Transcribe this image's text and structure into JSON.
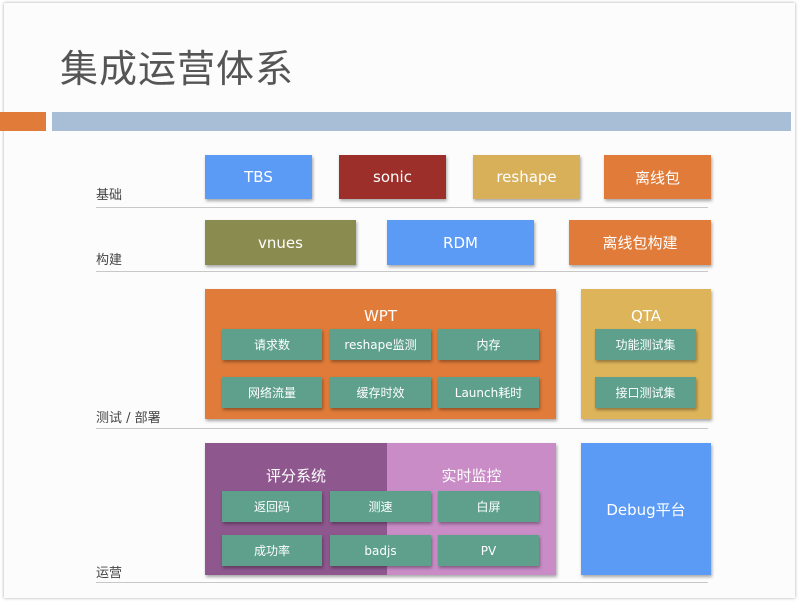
{
  "title": "集成运营体系",
  "colors": {
    "accent_orange": "#e07b39",
    "accent_blue": "#a8bdd6",
    "blue": "#5b9bf6",
    "dark_red": "#9c2f2a",
    "tan": "#d9b05a",
    "orange": "#e07b39",
    "olive": "#8a8b4e",
    "wpt": "#e07b39",
    "qta": "#deb45a",
    "chip_teal": "#5ea08c",
    "purple_dark": "#8e578e",
    "purple_light": "#c98cc6"
  },
  "rows": {
    "base_label": "基础",
    "build_label": "构建",
    "test_label": "测试 / 部署",
    "ops_label": "运营"
  },
  "base": [
    "TBS",
    "sonic",
    "reshape",
    "离线包"
  ],
  "build": [
    "vnues",
    "RDM",
    "离线包构建"
  ],
  "wpt": {
    "title": "WPT",
    "items": [
      "请求数",
      "reshape监测",
      "内存",
      "网络流量",
      "缓存时效",
      "Launch耗时"
    ]
  },
  "qta": {
    "title": "QTA",
    "items": [
      "功能测试集",
      "接口测试集"
    ]
  },
  "ops": {
    "scoring_title": "评分系统",
    "monitor_title": "实时监控",
    "items": [
      "返回码",
      "测速",
      "白屏",
      "成功率",
      "badjs",
      "PV"
    ],
    "debug": "Debug平台"
  }
}
